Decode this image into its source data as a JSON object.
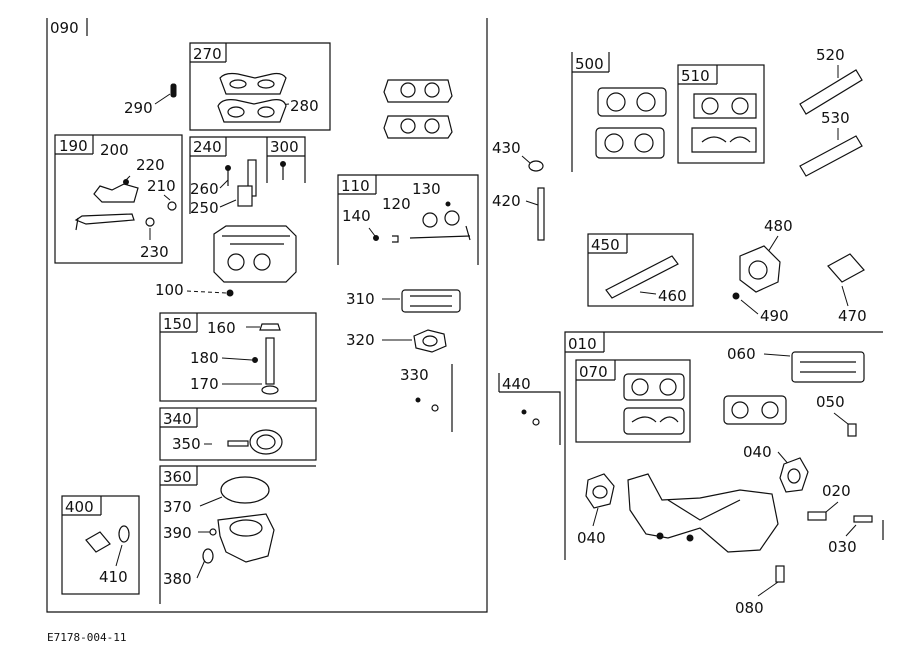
{
  "diagram": {
    "footer_code": "E7178-004-11",
    "groups": {
      "g090": "090",
      "g270": "270",
      "g190": "190",
      "g240": "240",
      "g300": "300",
      "g110": "110",
      "g150": "150",
      "g340": "340",
      "g360": "360",
      "g400": "400",
      "g500": "500",
      "g510": "510",
      "g450": "450",
      "g440": "440",
      "g010": "010",
      "g070": "070"
    },
    "parts": {
      "p290": "290",
      "p280": "280",
      "p200": "200",
      "p220": "220",
      "p210": "210",
      "p230": "230",
      "p260": "260",
      "p250": "250",
      "p100": "100",
      "p130": "130",
      "p120": "120",
      "p140": "140",
      "p310": "310",
      "p320": "320",
      "p330": "330",
      "p160": "160",
      "p180": "180",
      "p170": "170",
      "p350": "350",
      "p370": "370",
      "p390": "390",
      "p380": "380",
      "p410": "410",
      "p430": "430",
      "p420": "420",
      "p460": "460",
      "p480": "480",
      "p490": "490",
      "p470": "470",
      "p520": "520",
      "p530": "530",
      "p060": "060",
      "p050": "050",
      "p040a": "040",
      "p040b": "040",
      "p020": "020",
      "p030": "030",
      "p080": "080"
    }
  }
}
